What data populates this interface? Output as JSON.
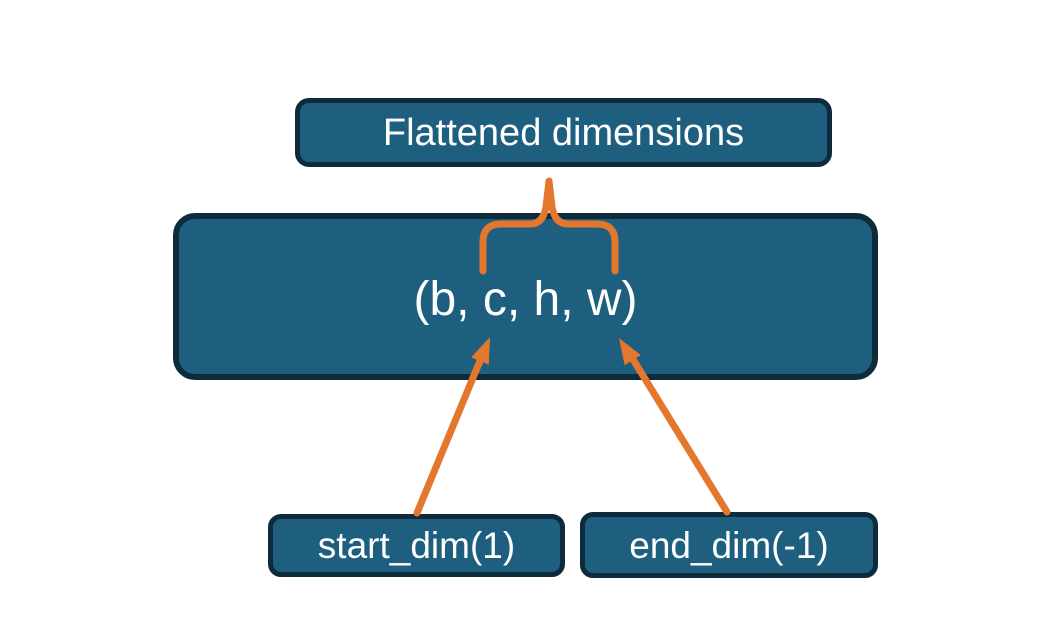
{
  "diagram": {
    "title_box": {
      "label": "Flattened dimensions"
    },
    "tensor_box": {
      "label": "(b, c, h, w)"
    },
    "start_dim_box": {
      "label": "start_dim(1)"
    },
    "end_dim_box": {
      "label": "end_dim(-1)"
    }
  },
  "colors": {
    "box_fill": "#1E5E7E",
    "box_border": "#0D2B3A",
    "arrow_orange": "#E4772E",
    "text": "#FFFFFF",
    "background": "#FFFFFF"
  }
}
